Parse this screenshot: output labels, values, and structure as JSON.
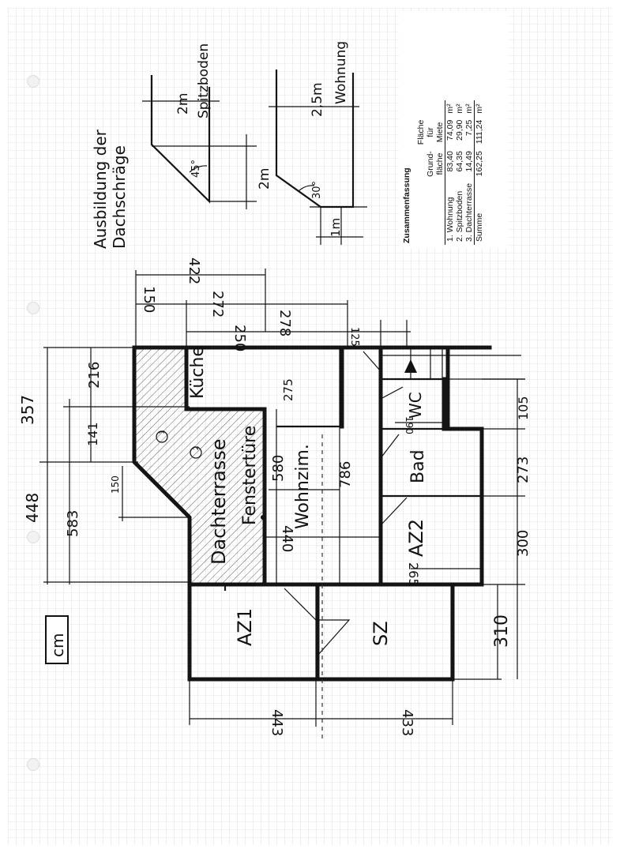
{
  "sketch": {
    "roof_detail": {
      "title_line1": "Ausbildung der",
      "title_line2": "Dachschräge",
      "left": {
        "room": "Spitzboden",
        "height": "2m",
        "low": "2m",
        "angle": "45°"
      },
      "right": {
        "room": "Wohnung",
        "height": "2,5m",
        "angle": "30°",
        "low": "1m"
      }
    },
    "rooms": {
      "kitchen": "Küche",
      "terrace": "Dachterrasse",
      "window_door": "Fenstertüre",
      "living": "Wohnzim.",
      "wc": "WC",
      "bath": "Bad",
      "az2": "AZ2",
      "az1": "AZ1",
      "sz": "SZ",
      "marker1": "1",
      "marker2": "2"
    },
    "scale_box": "cm",
    "dimensions": {
      "d422": "422",
      "d150a": "150",
      "d272": "272",
      "d278": "278",
      "d250": "250",
      "d125": "125",
      "d357": "357",
      "d216": "216",
      "d141": "141",
      "d448": "448",
      "d583": "583",
      "d150b": "150",
      "d275": "275",
      "d580": "580",
      "d786": "786",
      "d440": "440",
      "d190": "190",
      "d105": "105",
      "d273": "273",
      "d300": "300",
      "d265": "265",
      "d310": "310",
      "d443": "443",
      "d433": "433"
    }
  },
  "summary": {
    "title": "Zusammenfassung",
    "col_name": "",
    "col_ground_1": "Grund-",
    "col_ground_2": "fläche",
    "col_rent_1": "Fläche",
    "col_rent_2": "für",
    "col_rent_3": "Miete",
    "rows": [
      {
        "name": "1. Wohnung",
        "ground": "83,40",
        "rent": "74,09",
        "unit": "m²"
      },
      {
        "name": "2. Spitzboden",
        "ground": "64,35",
        "rent": "29,90",
        "unit": "m²"
      },
      {
        "name": "3. Dachterrasse",
        "ground": "14,49",
        "rent": "7,25",
        "unit": "m²"
      }
    ],
    "total": {
      "name": "Summe",
      "ground": "162,25",
      "rent": "111,24",
      "unit": "m²"
    }
  }
}
